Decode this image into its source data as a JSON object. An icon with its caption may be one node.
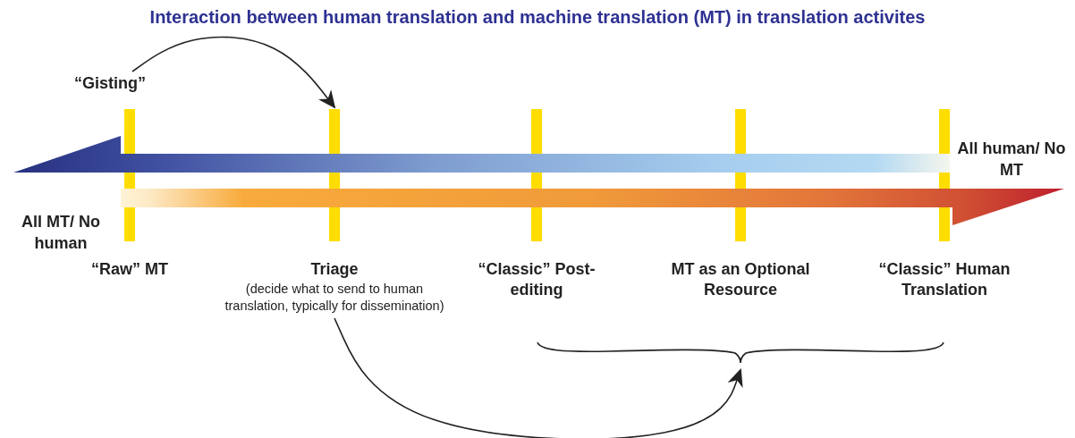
{
  "diagram": {
    "title": "Interaction between human translation and machine translation (MT) in translation activites",
    "nodes": [
      {
        "text": [
          "“Gisting”"
        ]
      },
      {
        "text": [
          "“Raw” MT"
        ]
      },
      {
        "text": [
          "Triage",
          "(decide what to send to human translation, typically for dissemination)"
        ]
      },
      {
        "text": [
          "“Classic” Post-editing"
        ]
      },
      {
        "text": [
          "MT as an Optional Resource"
        ]
      },
      {
        "text": [
          "“Classic” Human Translation"
        ]
      },
      {
        "text": [],
        "shape": "brace"
      }
    ],
    "edges": [
      {
        "from": 0,
        "to": 2,
        "arrow": "to"
      },
      {
        "from": 2,
        "to": 6,
        "arrow": "to"
      }
    ],
    "labels": [
      "All MT/ No human",
      "All human/ No MT"
    ]
  }
}
